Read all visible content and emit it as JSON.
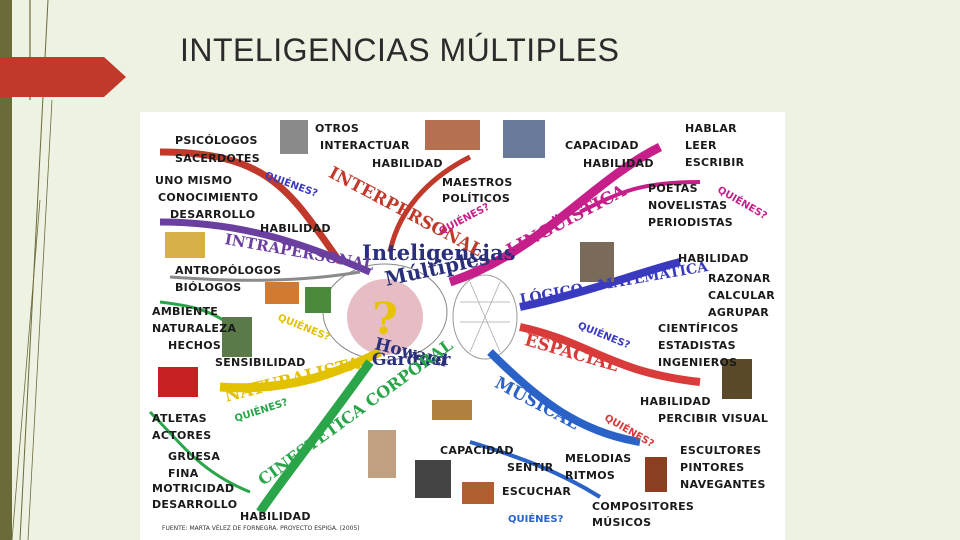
{
  "slide": {
    "title": "INTELIGENCIAS MÚLTIPLES"
  },
  "colors": {
    "accent": "#c0392b",
    "frame": "#6b6b3a",
    "background": "#eef2e2"
  },
  "map": {
    "center": {
      "line1": "Inteligencias",
      "line2": "Múltiples",
      "author1": "Howard",
      "author2": "Gardner"
    },
    "branches": {
      "interpersonal": "INTERPERSONAL",
      "intrapersonal": "INTRAPERSONAL",
      "linguistica": "LINGÜÍSTICA",
      "logico_matematica": "LÓGICO - MATEMÁTICA",
      "espacial": "ESPACIAL",
      "musical": "MUSICAL",
      "naturalista": "NATURALISTA",
      "cinestetica": "CINESTÉTICA CORPORAL"
    },
    "who": "QUIÉNES?",
    "labels": {
      "psicologos": "PSICÓLOGOS",
      "sacerdotes": "SACERDOTES",
      "otros": "OTROS",
      "interactuar": "INTERACTUAR",
      "habilidad": "HABILIDAD",
      "uno_mismo": "UNO MISMO",
      "conocimiento": "CONOCIMIENTO",
      "desarrollo": "DESARROLLO",
      "maestros": "MAESTROS",
      "politicos": "POLÍTICOS",
      "capacidad": "CAPACIDAD",
      "hablar": "HABLAR",
      "leer": "LEER",
      "escribir": "ESCRIBIR",
      "poetas": "POETAS",
      "novelistas": "NOVELISTAS",
      "periodistas": "PERIODISTAS",
      "antropologos": "ANTROPÓLOGOS",
      "biologos": "BIÓLOGOS",
      "ambiente": "AMBIENTE",
      "naturaleza": "NATURALEZA",
      "hechos": "HECHOS",
      "sensibilidad": "SENSIBILIDAD",
      "razonar": "RAZONAR",
      "calcular": "CALCULAR",
      "agrupar": "AGRUPAR",
      "cientificos": "CIENTÍFICOS",
      "estadistas": "ESTADISTAS",
      "ingenieros": "INGENIEROS",
      "percibir_visual": "PERCIBIR VISUAL",
      "atletas": "ATLETAS",
      "actores": "ACTORES",
      "gruesa": "GRUESA",
      "fina": "FINA",
      "motricidad": "MOTRICIDAD",
      "sentir": "SENTIR",
      "melodias": "MELODIAS",
      "ritmos": "RITMOS",
      "escuchar": "ESCUCHAR",
      "escultores": "ESCULTORES",
      "pintores": "PINTORES",
      "navegantes": "NAVEGANTES",
      "compositores": "COMPOSITORES",
      "musicos": "MÚSICOS"
    },
    "footer": "FUENTE: MARTA VÉLEZ DE FORNEGRA. PROYECTO ESPIGA. (2005)"
  }
}
